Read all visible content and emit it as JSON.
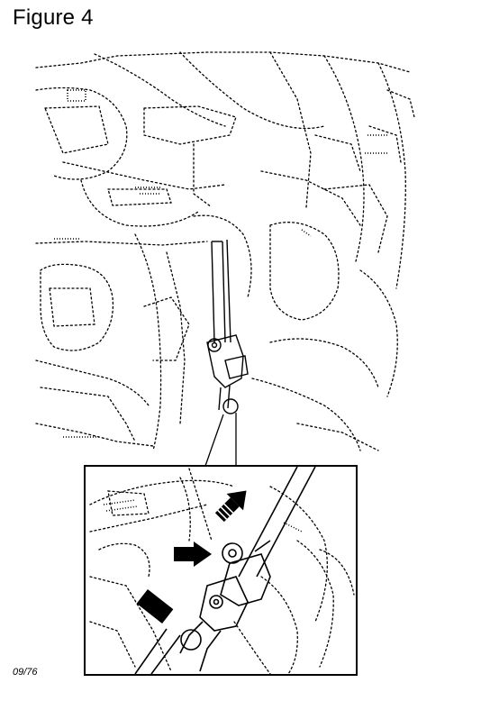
{
  "figure": {
    "title": "Figure 4",
    "code": "09/76"
  },
  "icons": {
    "main_view": "engine-bay-steering-column-illustration",
    "detail_view": "steering-universal-joint-detail",
    "arrows": "arrow-icon"
  },
  "colors": {
    "ink": "#000000",
    "paper": "#ffffff"
  }
}
